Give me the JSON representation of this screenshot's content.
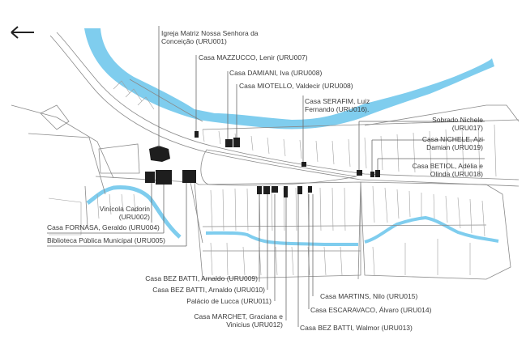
{
  "navigation": {
    "back_icon": "arrow-left-icon"
  },
  "colors": {
    "river": "#7fcdee",
    "building": "#1e1e1e",
    "line": "#8a8a8a",
    "leader": "#6a6a6a"
  },
  "labels": {
    "uru001": [
      "Igreja Matriz Nossa Senhora da",
      "Conceição (URU001)"
    ],
    "uru007": "Casa MAZZUCCO, Lenir (URU007)",
    "uru008a": "Casa DAMIANI, Iva (URU008)",
    "uru008b": "Casa MIOTELLO, Valdecir (URU008)",
    "uru016": [
      "Casa SERAFIM, Luiz",
      "Fernando (URU016)."
    ],
    "uru017": [
      "Sobrado Nichele",
      "(URU017)"
    ],
    "uru019": [
      "Casa NICHELE, Azi",
      "Damian (URU019)"
    ],
    "uru018": [
      "Casa BETIOL, Adélia e",
      "Olinda (URU018)"
    ],
    "uru002": [
      "Vinícola Cadorin",
      "(URU002)"
    ],
    "uru004": "Casa FORNASA, Geraldo (URU004)",
    "uru005": "Biblioteca Pública Municipal (URU005)",
    "uru009": "Casa BEZ BATTI, Arnaldo (URU009)",
    "uru010": "Casa BEZ BATTI, Arnaldo (URU010)",
    "uru011": "Palácio de Lucca (URU011)",
    "uru012": [
      "Casa MARCHET, Graciana e",
      "Vinicius (URU012)"
    ],
    "uru013": "Casa BEZ BATTI, Walmor (URU013)",
    "uru014": "Casa ESCARAVACO, Álvaro (URU014)",
    "uru015": "Casa MARTINS, Nilo (URU015)"
  }
}
